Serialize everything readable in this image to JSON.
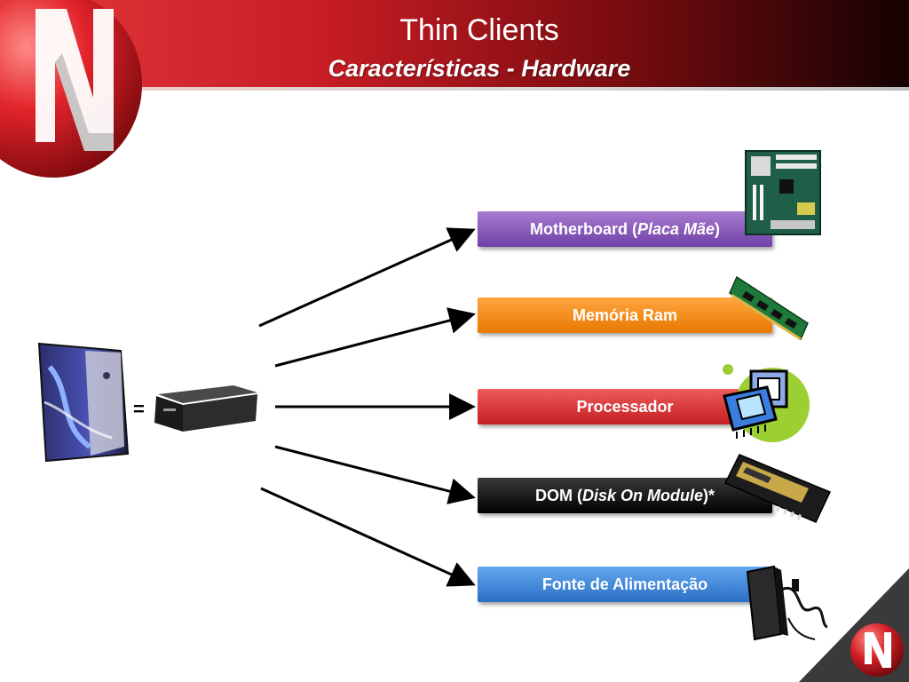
{
  "slide": {
    "title": "Thin Clients",
    "subtitle": "Características - Hardware"
  },
  "diagram": {
    "equals_sign": "=",
    "components": [
      {
        "prefix": "Motherboard (",
        "italic": "Placa Mãe",
        "suffix": ")",
        "color": "#7f4fb3",
        "icon": "motherboard-icon"
      },
      {
        "prefix": "Memória Ram",
        "italic": "",
        "suffix": "",
        "color": "#f58a07",
        "icon": "ram-module-icon"
      },
      {
        "prefix": "Processador",
        "italic": "",
        "suffix": "",
        "color": "#d32a2d",
        "icon": "processor-icon"
      },
      {
        "prefix": "DOM (",
        "italic": "Disk On Module",
        "suffix": ")*",
        "color": "#000000",
        "icon": "disk-on-module-icon"
      },
      {
        "prefix": "Fonte de Alimentação",
        "italic": "",
        "suffix": "",
        "color": "#3a85dc",
        "icon": "power-supply-icon"
      }
    ]
  },
  "colors": {
    "header_red": "#c81d24",
    "header_dark": "#140202"
  },
  "icons": {
    "logo": "n-logo-ball",
    "desktop": "desktop-tower-icon",
    "thin_client": "thin-client-box-icon"
  }
}
